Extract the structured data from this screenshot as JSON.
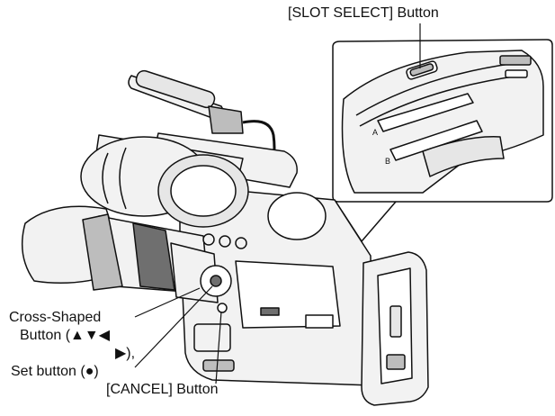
{
  "labels": {
    "slot_select": "[SLOT SELECT] Button",
    "cross_line1": "Cross-Shaped",
    "cross_line2": "Button (▲▼◀",
    "cross_line3": "▶),",
    "set_button": "Set button (●)",
    "cancel": "[CANCEL] Button"
  },
  "device_marks": {
    "slot_a": "A",
    "slot_b": "B"
  },
  "colors": {
    "line": "#111111",
    "body_fill": "#f2f2f2",
    "shade": "#bdbdbd",
    "dark": "#6f6f6f"
  }
}
